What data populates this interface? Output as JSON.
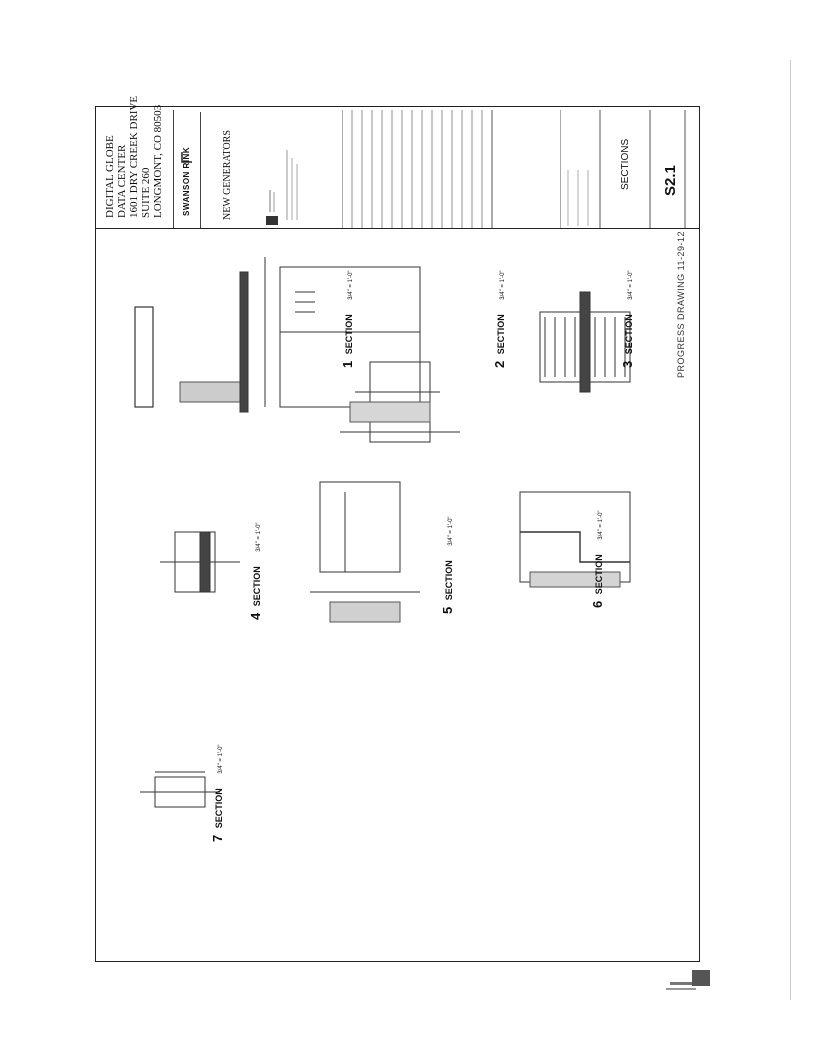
{
  "project": {
    "line1": "DIGITAL GLOBE",
    "line2": "DATA CENTER",
    "line3": "1601 DRY CREEK DRIVE",
    "line4": "SUITE 260",
    "line5": "LONGMONT, CO 80503"
  },
  "firm": "SWANSON RINK",
  "job_title": "NEW GENERATORS",
  "sheet_title": "SECTIONS",
  "sheet_number": "S2.1",
  "status": "PROGRESS DRAWING   11-29-12",
  "sections": [
    {
      "num": "1",
      "label": "SECTION",
      "scale": "3/4\" = 1'-0\""
    },
    {
      "num": "2",
      "label": "SECTION",
      "scale": "3/4\" = 1'-0\""
    },
    {
      "num": "3",
      "label": "SECTION",
      "scale": "3/4\" = 1'-0\""
    },
    {
      "num": "4",
      "label": "SECTION",
      "scale": "3/4\" = 1'-0\""
    },
    {
      "num": "5",
      "label": "SECTION",
      "scale": "3/4\" = 1'-0\""
    },
    {
      "num": "6",
      "label": "SECTION",
      "scale": "3/4\" = 1'-0\""
    },
    {
      "num": "7",
      "label": "SECTION",
      "scale": "3/4\" = 1'-0\""
    }
  ]
}
